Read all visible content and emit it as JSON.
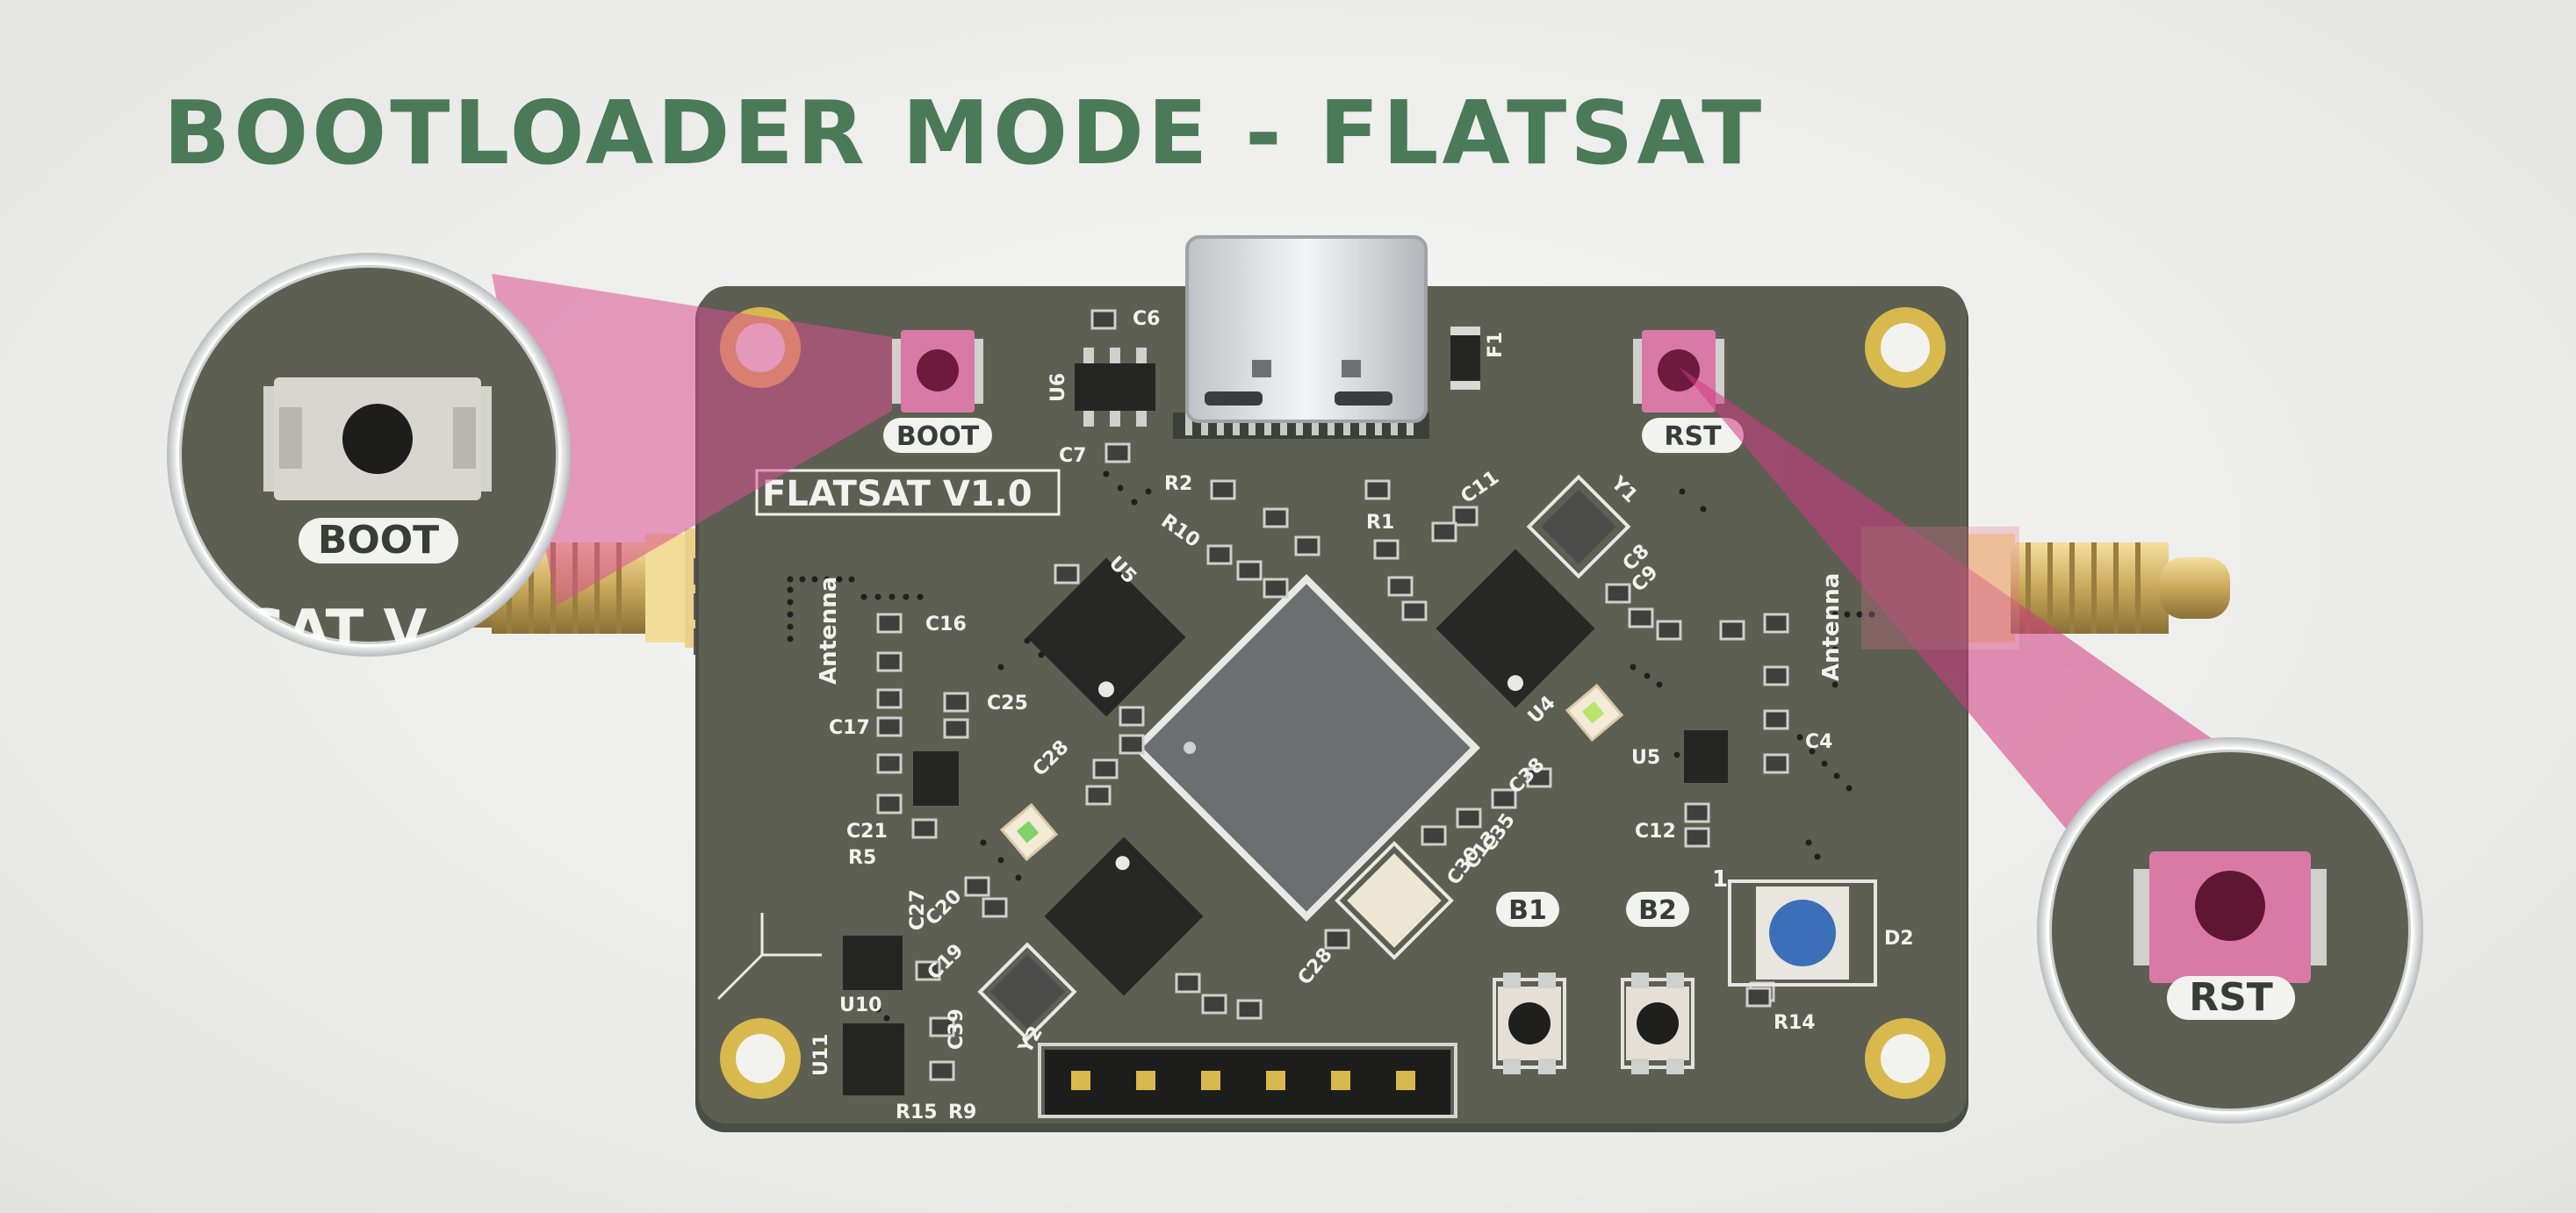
{
  "title": "BOOTLOADER MODE - FLATSAT",
  "board": {
    "name": "FLATSAT V1.0",
    "boot_label": "BOOT",
    "rst_label": "RST",
    "b1_label": "B1",
    "b2_label": "B2",
    "antenna_label": "Antenna",
    "pin1_label": "1",
    "refs": {
      "c6": "C6",
      "c7": "C7",
      "u6": "U6",
      "f1": "F1",
      "r2": "R2",
      "r10": "R10",
      "r1": "R1",
      "c11": "C11",
      "y1": "Y1",
      "u5": "U5",
      "u4": "U4",
      "c16": "C16",
      "c17": "C17",
      "c21": "C21",
      "r5": "R5",
      "c25": "C25",
      "c12": "C12",
      "c4": "C4",
      "u10": "U10",
      "u11": "U11",
      "r15": "R15",
      "r9": "R9",
      "r14": "R14",
      "d2": "D2",
      "c27": "C27",
      "c20": "C20",
      "c19": "C19",
      "c39": "C39",
      "y2": "Y2",
      "c28": "C28",
      "c30": "C30",
      "c38": "C38",
      "c35": "C35",
      "c13": "C13",
      "c8": "C8",
      "c9": "C9"
    }
  },
  "callouts": {
    "left_label": "BOOT",
    "left_fragment": "SAT V",
    "right_label": "RST"
  },
  "colors": {
    "title": "#4a7a57",
    "pcb": "#5c5f52",
    "highlight": "#d8508f",
    "button_pink": "#d97aa6",
    "gold": "#e0c25a"
  }
}
